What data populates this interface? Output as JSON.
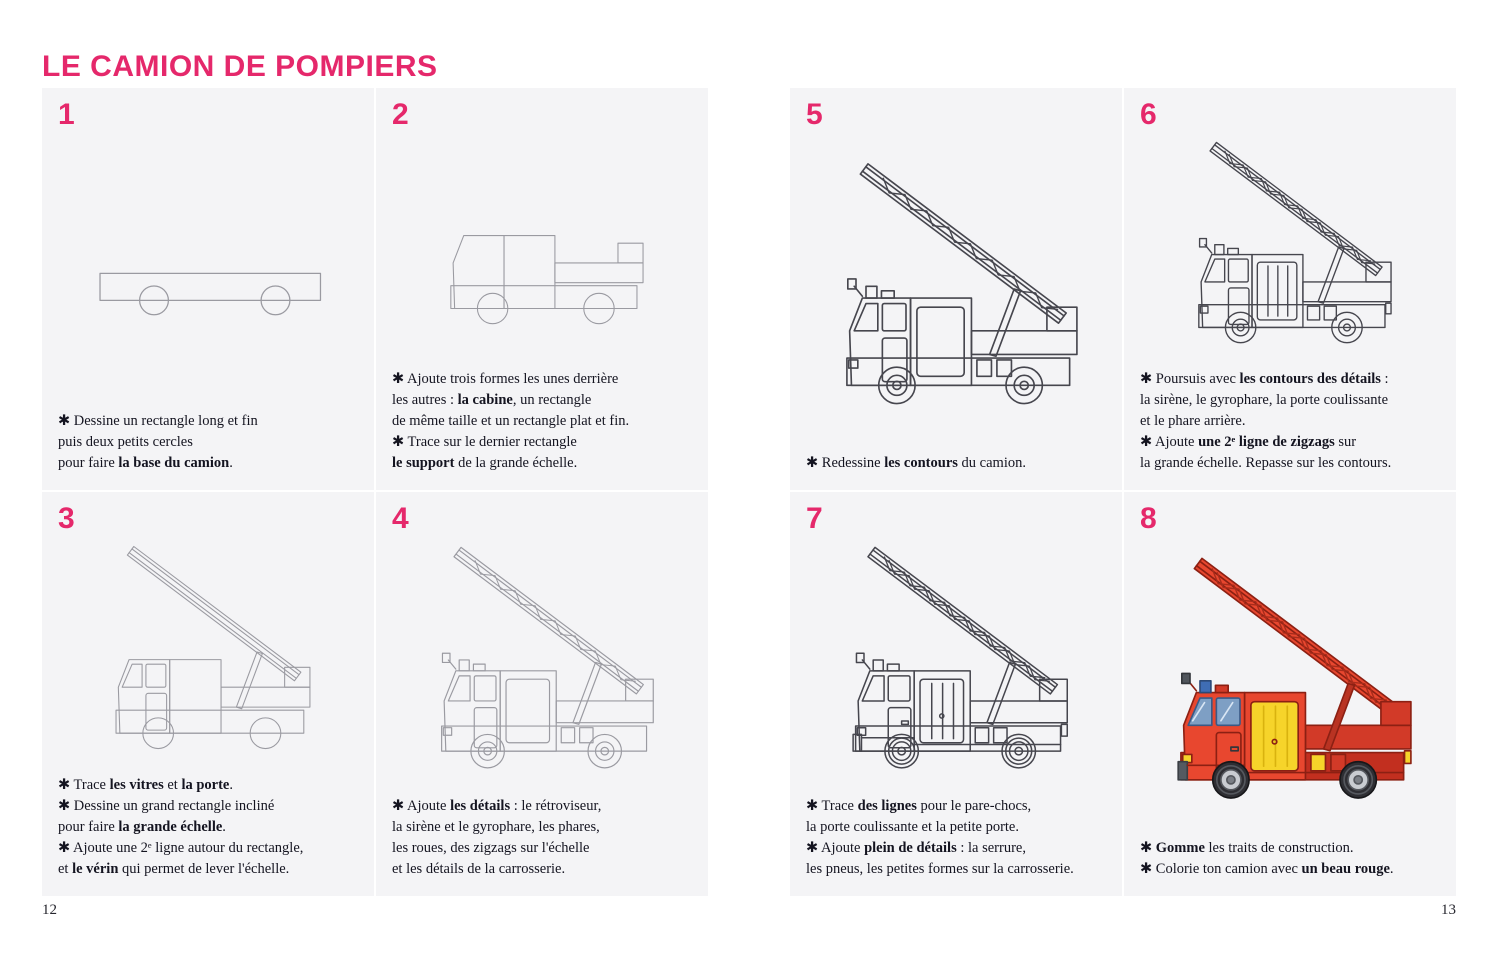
{
  "page": {
    "title": "LE CAMION DE POMPIERS",
    "left_page_number": "12",
    "right_page_number": "13"
  },
  "colors": {
    "accent_pink": "#e5286b",
    "panel_gray": "#f4f4f6",
    "sketch_gray": "#9a9aa1",
    "contour_dark": "#46464e",
    "truck_red": "#e8472f",
    "detail_yellow": "#f6d42a",
    "window_blue": "#7e9fc4"
  },
  "steps": [
    {
      "number": "1",
      "drawing": "fire-truck-sketch-stage-1",
      "lines": [
        [
          {
            "t": "✱ Dessine un rectangle long et fin"
          }
        ],
        [
          {
            "t": "puis deux petits cercles"
          }
        ],
        [
          {
            "t": "pour faire "
          },
          {
            "t": "la base du camion",
            "b": true
          },
          {
            "t": "."
          }
        ]
      ]
    },
    {
      "number": "2",
      "drawing": "fire-truck-sketch-stage-2",
      "lines": [
        [
          {
            "t": "✱ Ajoute trois formes les unes derrière"
          }
        ],
        [
          {
            "t": "les autres : "
          },
          {
            "t": "la cabine",
            "b": true
          },
          {
            "t": ", un rectangle"
          }
        ],
        [
          {
            "t": "de même taille et un rectangle plat et fin."
          }
        ],
        [
          {
            "t": "✱ Trace sur le dernier rectangle"
          }
        ],
        [
          {
            "t": "le support",
            "b": true
          },
          {
            "t": " de la grande échelle."
          }
        ]
      ]
    },
    {
      "number": "3",
      "drawing": "fire-truck-sketch-stage-3",
      "lines": [
        [
          {
            "t": "✱ Trace "
          },
          {
            "t": "les vitres",
            "b": true
          },
          {
            "t": " et "
          },
          {
            "t": "la porte",
            "b": true
          },
          {
            "t": "."
          }
        ],
        [
          {
            "t": "✱ Dessine un grand rectangle incliné"
          }
        ],
        [
          {
            "t": "pour faire "
          },
          {
            "t": "la grande échelle",
            "b": true
          },
          {
            "t": "."
          }
        ],
        [
          {
            "t": "✱ Ajoute une 2ᵉ ligne autour du rectangle,"
          }
        ],
        [
          {
            "t": "et "
          },
          {
            "t": "le vérin",
            "b": true
          },
          {
            "t": " qui permet de lever l'échelle."
          }
        ]
      ]
    },
    {
      "number": "4",
      "drawing": "fire-truck-sketch-stage-4",
      "lines": [
        [
          {
            "t": "✱ Ajoute "
          },
          {
            "t": "les détails",
            "b": true
          },
          {
            "t": " : le rétroviseur,"
          }
        ],
        [
          {
            "t": "la sirène et le gyrophare, les phares,"
          }
        ],
        [
          {
            "t": "les roues, des zigzags sur l'échelle"
          }
        ],
        [
          {
            "t": "et les détails de la carrosserie."
          }
        ]
      ]
    },
    {
      "number": "5",
      "drawing": "fire-truck-outline-stage-5",
      "lines": [
        [
          {
            "t": "✱ Redessine "
          },
          {
            "t": "les contours",
            "b": true
          },
          {
            "t": " du camion."
          }
        ]
      ]
    },
    {
      "number": "6",
      "drawing": "fire-truck-outline-stage-6",
      "lines": [
        [
          {
            "t": "✱ Poursuis avec "
          },
          {
            "t": "les contours des détails",
            "b": true
          },
          {
            "t": " :"
          }
        ],
        [
          {
            "t": "la sirène, le gyrophare, la porte coulissante"
          }
        ],
        [
          {
            "t": "et le phare arrière."
          }
        ],
        [
          {
            "t": "✱ Ajoute "
          },
          {
            "t": "une 2ᵉ ligne de zigzags",
            "b": true
          },
          {
            "t": " sur"
          }
        ],
        [
          {
            "t": "la grande échelle. Repasse sur les contours."
          }
        ]
      ]
    },
    {
      "number": "7",
      "drawing": "fire-truck-outline-stage-7",
      "lines": [
        [
          {
            "t": "✱ Trace "
          },
          {
            "t": "des lignes",
            "b": true
          },
          {
            "t": " pour le pare-chocs,"
          }
        ],
        [
          {
            "t": "la porte coulissante et la petite porte."
          }
        ],
        [
          {
            "t": "✱ Ajoute "
          },
          {
            "t": "plein de détails",
            "b": true
          },
          {
            "t": " : la serrure,"
          }
        ],
        [
          {
            "t": "les pneus, les petites formes sur la carrosserie."
          }
        ]
      ]
    },
    {
      "number": "8",
      "drawing": "fire-truck-colored-stage-8",
      "lines": [
        [
          {
            "t": "✱ "
          },
          {
            "t": "Gomme",
            "b": true
          },
          {
            "t": " les traits de construction."
          }
        ],
        [
          {
            "t": "✱ Colorie ton camion avec "
          },
          {
            "t": "un beau rouge",
            "b": true
          },
          {
            "t": "."
          }
        ]
      ]
    }
  ]
}
